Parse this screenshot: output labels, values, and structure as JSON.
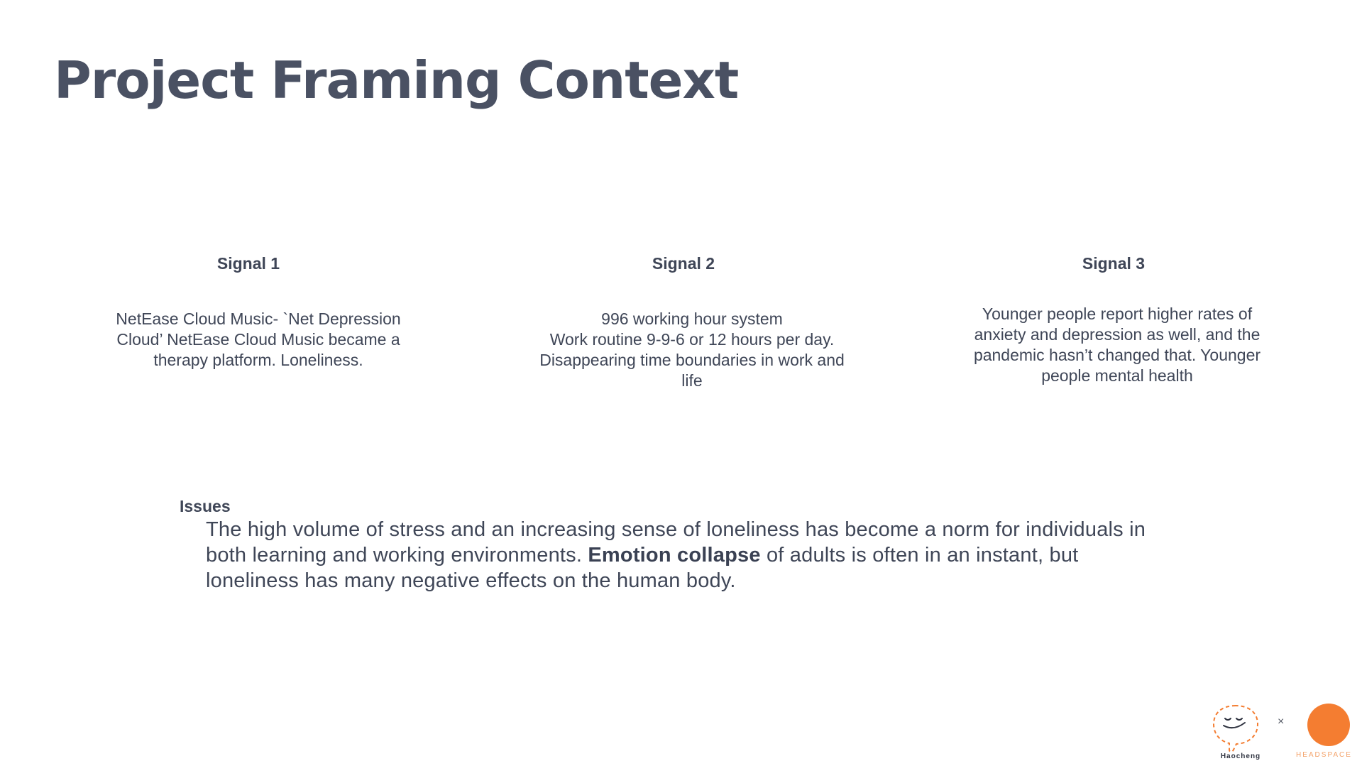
{
  "slide": {
    "title": "Project Framing Context"
  },
  "signals": [
    {
      "heading": "Signal 1",
      "body": "NetEase Cloud Music- `Net Depression\nCloud’   NetEase Cloud Music became a\ntherapy platform.  Loneliness."
    },
    {
      "heading": "Signal 2",
      "body": "996 working hour system\nWork routine 9-9-6 or 12 hours per day.\nDisappearing time boundaries in work and\nlife"
    },
    {
      "heading": "Signal 3",
      "body": "Younger people report higher rates of\nanxiety and depression as well, and the\npandemic hasn’t changed that. Younger\npeople mental health"
    }
  ],
  "issues": {
    "heading": "Issues",
    "text_before": "The high volume of stress and an increasing sense of loneliness has become a norm for individuals in both learning and working environments. ",
    "emphasis": "Emotion collapse",
    "text_after": " of adults is often in an instant, but loneliness has many negative effects on the human body."
  },
  "footer": {
    "logo_left_label": "Haocheng",
    "separator": "×",
    "logo_right_label": "HEADSPACE",
    "logo_left_icon": "sleeping-face-bubble-icon",
    "logo_right_icon": "orange-circle-icon",
    "accent_color": "#f47d31"
  }
}
